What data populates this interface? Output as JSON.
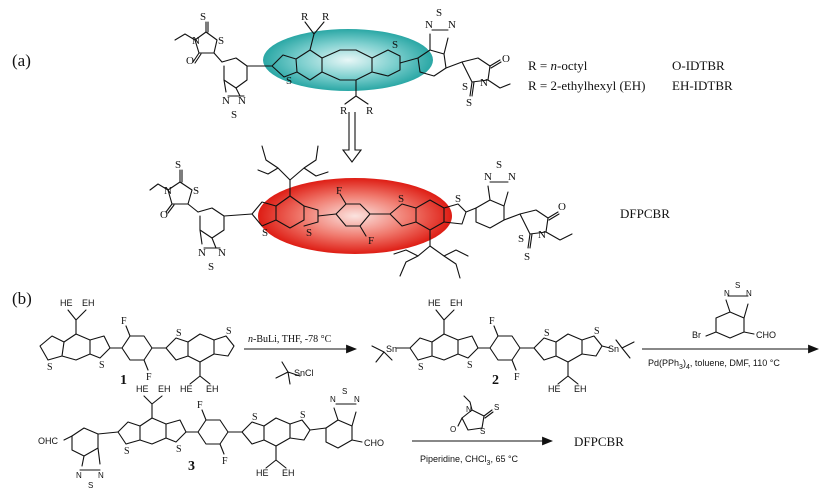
{
  "panels": {
    "a": "(a)",
    "b": "(b)"
  },
  "substituents": {
    "line1_prefix": "R = ",
    "line1_italic": "n",
    "line1_suffix": "-octyl",
    "line1_name": "O-IDTBR",
    "line2": "R = 2-ethylhexyl (EH)",
    "line2_name": "EH-IDTBR"
  },
  "final_product": "DFPCBR",
  "compounds": {
    "c1": "1",
    "c2": "2",
    "c3": "3"
  },
  "reactions": {
    "step1_reagent": "n-BuLi, THF, -78 °C",
    "step1_reagent_italic": "n",
    "step1_reagent_rest": "-BuLi, THF, -78 °C",
    "step1_additive": "SnCl",
    "step2_reagent": "Pd(PPh",
    "step2_reagent_sub": "3",
    "step2_reagent_rest": ")",
    "step2_reagent_sub2": "4",
    "step2_reagent_tail": ", toluene, DMF, 110 °C",
    "step3_reagent": "Piperidine, CHCl",
    "step3_reagent_sub": "3",
    "step3_reagent_tail": ", 65 °C",
    "step3_product": "DFPCBR"
  },
  "atoms": {
    "S": "S",
    "N": "N",
    "O": "O",
    "F": "F",
    "R": "R",
    "EH": "EH",
    "HE": "HE",
    "Sn": "Sn",
    "Br": "Br",
    "CHO": "CHO",
    "OHC": "OHC"
  },
  "colors": {
    "teal": "#2aa7a5",
    "red": "#e0201a"
  }
}
